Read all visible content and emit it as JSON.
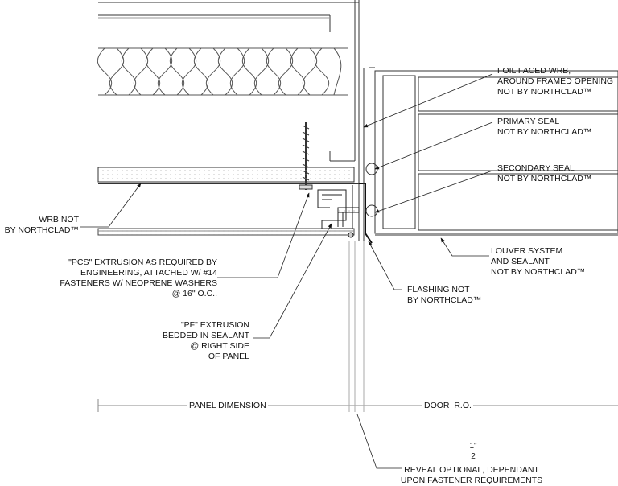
{
  "labels": {
    "foil_wrb": [
      "FOIL FACED WRB,",
      "AROUND FRAMED OPENING",
      "NOT BY NORTHCLAD™"
    ],
    "primary_seal": [
      "PRIMARY SEAL",
      "NOT BY NORTHCLAD™"
    ],
    "secondary_seal": [
      "SECONDARY SEAL",
      "NOT BY NORTHCLAD™"
    ],
    "wrb": [
      "WRB NOT",
      "BY NORTHCLAD™"
    ],
    "louver": [
      "LOUVER SYSTEM",
      "AND SEALANT",
      "NOT BY NORTHCLAD™"
    ],
    "flashing": [
      "FLASHING NOT",
      "BY NORTHCLAD™"
    ],
    "pcs": [
      "\"PCS\" EXTRUSION AS REQUIRED BY",
      "ENGINEERING, ATTACHED W/ #14",
      "FASTENERS W/ NEOPRENE WASHERS",
      "@ 16\" O.C.."
    ],
    "pf": [
      "\"PF\" EXTRUSION",
      "BEDDED IN SEALANT",
      "@ RIGHT SIDE",
      "OF PANEL"
    ],
    "reveal_fraction_num": "1",
    "reveal_fraction_den": "2",
    "reveal_inch": "\"",
    "reveal": [
      "REVEAL OPTIONAL, DEPENDANT",
      "UPON FASTENER REQUIREMENTS"
    ]
  },
  "dimensions": {
    "panel": "PANEL DIMENSION",
    "door": "DOOR  R.O."
  }
}
